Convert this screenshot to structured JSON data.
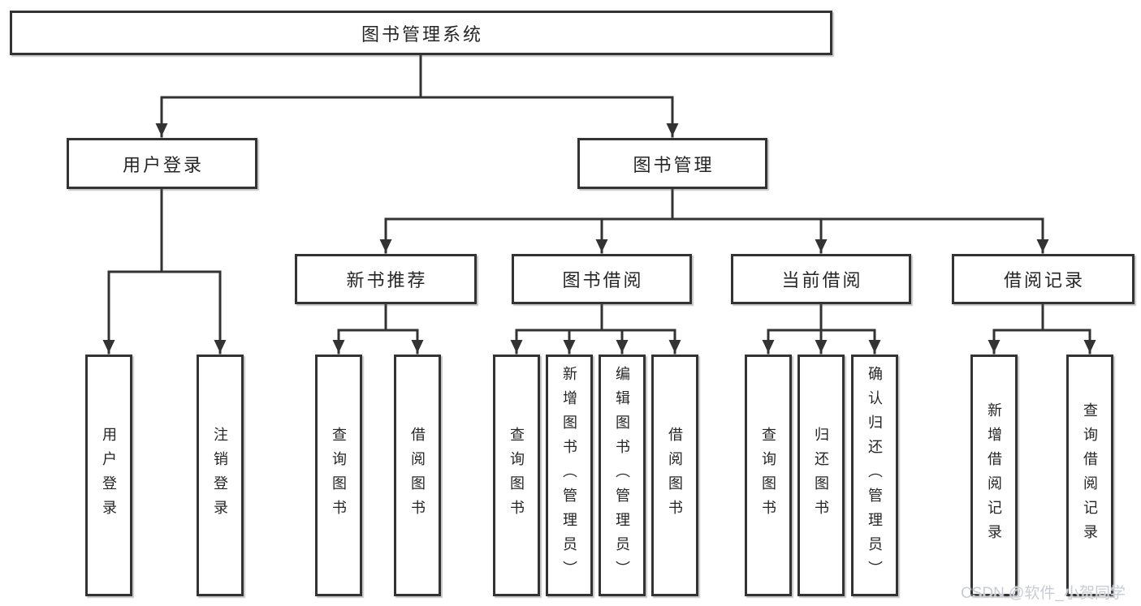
{
  "tree": {
    "label": "图书管理系统",
    "children": [
      {
        "label": "用户登录",
        "children": [
          {
            "label": "用户登录"
          },
          {
            "label": "注销登录"
          }
        ]
      },
      {
        "label": "图书管理",
        "children": [
          {
            "label": "新书推荐",
            "children": [
              {
                "label": "查询图书"
              },
              {
                "label": "借阅图书"
              }
            ]
          },
          {
            "label": "图书借阅",
            "children": [
              {
                "label": "查询图书"
              },
              {
                "label": "新增图书（管理员）"
              },
              {
                "label": "编辑图书（管理员）"
              },
              {
                "label": "借阅图书"
              }
            ]
          },
          {
            "label": "当前借阅",
            "children": [
              {
                "label": "查询图书"
              },
              {
                "label": "归还图书"
              },
              {
                "label": "确认归还（管理员）"
              }
            ]
          },
          {
            "label": "借阅记录",
            "children": [
              {
                "label": "新增借阅记录"
              },
              {
                "label": "查询借阅记录"
              }
            ]
          }
        ]
      }
    ]
  },
  "watermark": {
    "text": "CSDN @软件_小贺同学"
  },
  "colors": {
    "line": "#333333",
    "box_border": "#333333",
    "text": "#262626",
    "background": "#ffffff",
    "watermark": "#c9ccd2"
  }
}
